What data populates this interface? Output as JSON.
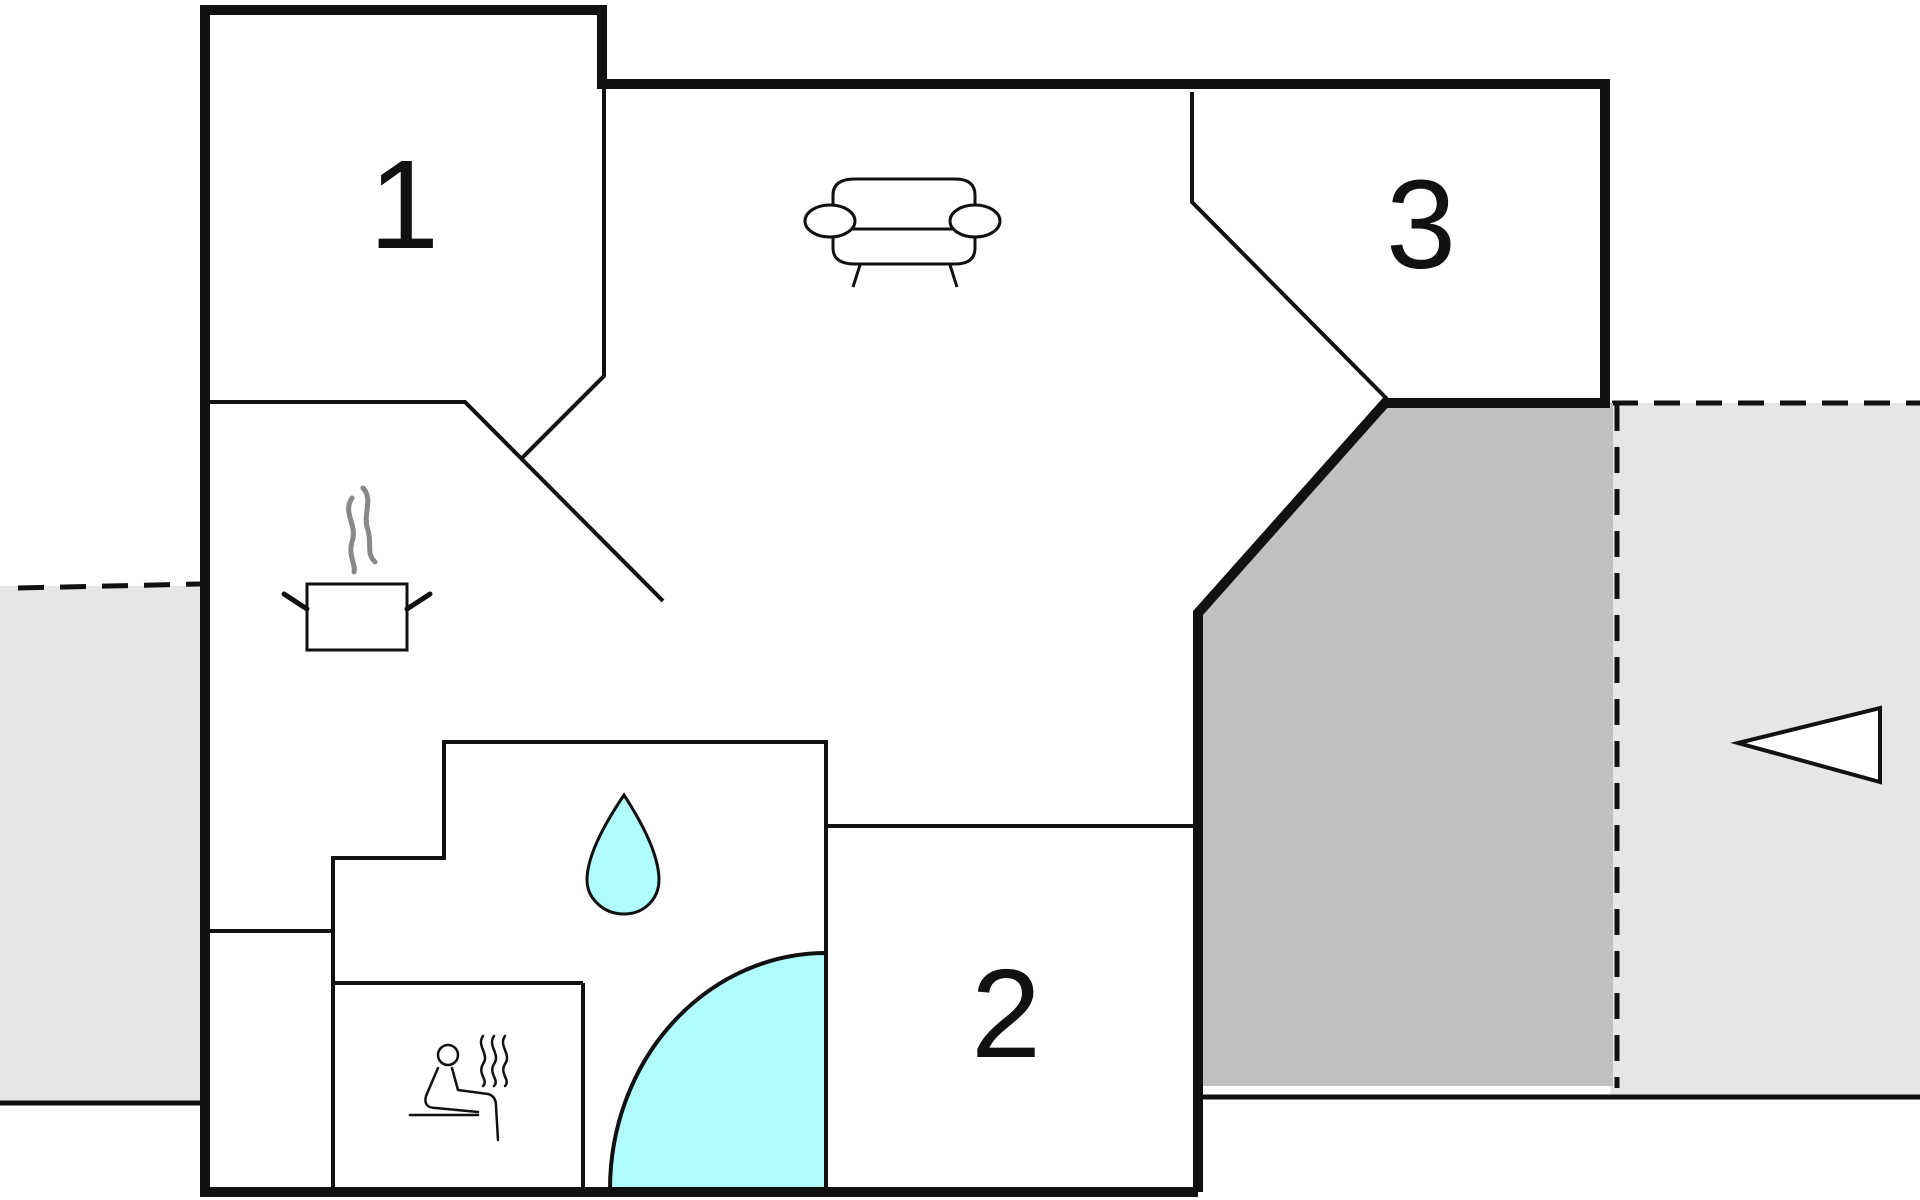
{
  "floorplan": {
    "rooms": [
      {
        "id": "bedroom-1",
        "label": "1"
      },
      {
        "id": "bedroom-2",
        "label": "2"
      },
      {
        "id": "bedroom-3",
        "label": "3"
      }
    ],
    "icons": [
      {
        "room": "living-room",
        "icon": "sofa-icon"
      },
      {
        "room": "kitchen",
        "icon": "cooking-pot-icon"
      },
      {
        "room": "bathroom",
        "icon": "water-drop-icon"
      },
      {
        "room": "sauna",
        "icon": "sauna-icon"
      }
    ],
    "entrance": {
      "icon": "entrance-arrow-icon",
      "direction": "left"
    }
  },
  "colors": {
    "wall": "#111111",
    "terrace": "#e6e6e6",
    "covered_area": "#c0c0c0",
    "water": "#b0fcfc",
    "steam": "#888888",
    "background": "#ffffff"
  }
}
